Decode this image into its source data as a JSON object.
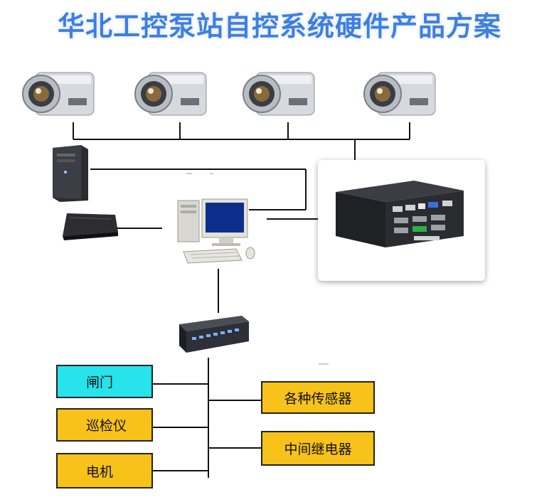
{
  "title": "华北工控泵站自控系统硬件产品方案",
  "devices": {
    "cameras": [
      "camera-1",
      "camera-2",
      "camera-3",
      "camera-4"
    ],
    "pc_tower": "server-tower-icon",
    "nvr": "nvr-recorder-icon",
    "workstation": "desktop-computer-icon",
    "embedded_pc": "embedded-industrial-pc-icon",
    "switch": "network-switch-icon"
  },
  "modules": {
    "gate": "闸门",
    "inspector": "巡检仪",
    "motor": "电机",
    "sensors": "各种传感器",
    "relay": "中间继电器"
  },
  "colors": {
    "title": "#3d7fe0",
    "module_cyan": "#26e3ec",
    "module_yellow": "#f7c21a"
  }
}
